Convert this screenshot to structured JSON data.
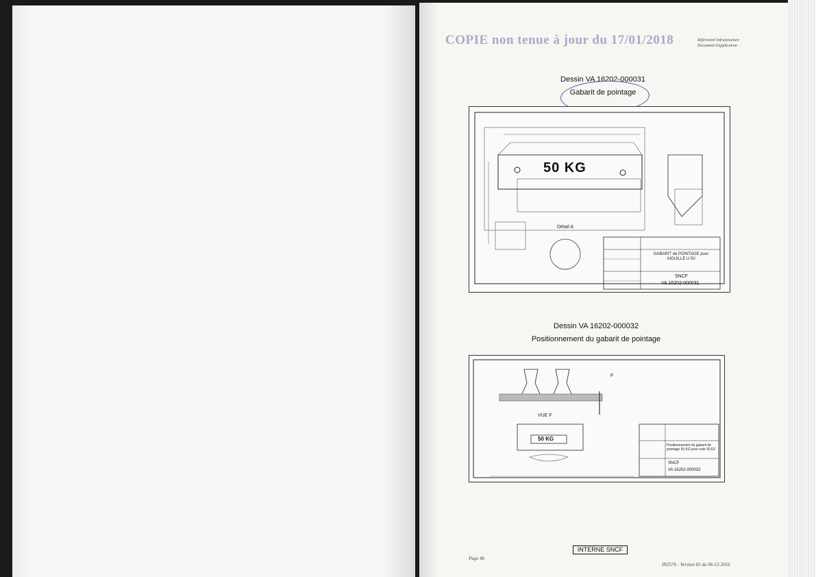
{
  "header": {
    "copy_stamp": "COPIE non tenue à jour du 17/01/2018",
    "corner_ref_line1": "Référentiel Infrastructure",
    "corner_ref_line2": "Document d'application"
  },
  "figure1": {
    "title": "Dessin VA 16202-000031",
    "subtitle": "Gabarit de pointage",
    "plate_text": "50 KG",
    "detail_label": "Détail A",
    "cartouche_title": "GABARIT de POINTAGE pour AIGUILLE U 50",
    "cartouche_org": "SNCF",
    "cartouche_ref": "VA 16202-000031"
  },
  "figure2": {
    "title": "Dessin VA 16202-000032",
    "subtitle": "Positionnement du gabarit de pointage",
    "plate_text": "50 KG",
    "view_label": "VUE F",
    "arrow_label": "F",
    "cartouche_title": "Positionnement du gabarit de pointage 50 KG pour voie 50 EF",
    "cartouche_org": "SNCF",
    "cartouche_ref": "VA 16202-000032"
  },
  "footer": {
    "page_label": "Page 46",
    "classification": "INTERNE SNCF",
    "doc_ref": "IN2576 - Version 01 du 06-12-2016"
  },
  "colors": {
    "annotation_oval": "#3b5fb0",
    "stamp": "#a9a9c9"
  }
}
